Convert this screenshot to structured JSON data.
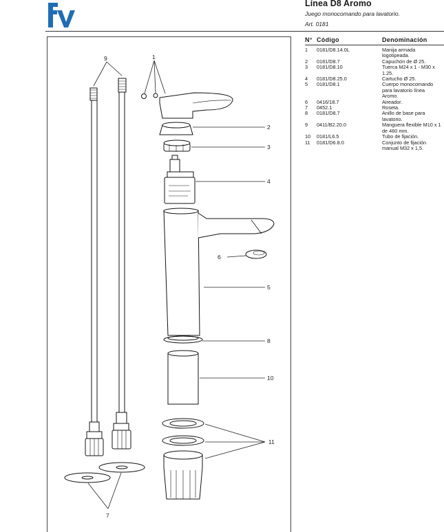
{
  "header": {
    "title": "Línea D8 Aromo",
    "subtitle": "Juego monocomando para lavatorio.",
    "article": "Art. 0181"
  },
  "brand": {
    "logo_icon": "fv-logo-icon",
    "color": "#1f6db5"
  },
  "parts_table": {
    "columns": [
      "N°",
      "Código",
      "Denominación"
    ],
    "rows": [
      {
        "n": "1",
        "code": "0181/D8.14.0L",
        "desc": "Manija armada logotipeada."
      },
      {
        "n": "2",
        "code": "0181/D8.7",
        "desc": "Capuchón de Ø 25."
      },
      {
        "n": "3",
        "code": "0181/D8.10",
        "desc": "Tuerca M24 x 1 - M30 x 1.25."
      },
      {
        "n": "4",
        "code": "0181/D8.25.0",
        "desc": "Cartucho Ø 25."
      },
      {
        "n": "5",
        "code": "0181/D8.1",
        "desc": "Cuerpo monocomando para lavatorio línea Aromo."
      },
      {
        "n": "6",
        "code": "0416/18.7",
        "desc": "Aireador."
      },
      {
        "n": "7",
        "code": "0452.1",
        "desc": "Roseta."
      },
      {
        "n": "8",
        "code": "0181/D8.7",
        "desc": "Anillo de base para lavatorio."
      },
      {
        "n": "9",
        "code": "0411/B2.20.0",
        "desc": "Manguera flexible M10 x 1 de 460 mm."
      },
      {
        "n": "10",
        "code": "0181/L6.5",
        "desc": "Tubo de fijación."
      },
      {
        "n": "11",
        "code": "0181/D6.8.0",
        "desc": "Conjunto de fijación manual M32 x 1,5."
      }
    ]
  },
  "callouts": {
    "c1": "1",
    "c2": "2",
    "c3": "3",
    "c4": "4",
    "c5": "5",
    "c6": "6",
    "c7": "7",
    "c8": "8",
    "c9": "9",
    "c10": "10",
    "c11": "11"
  }
}
